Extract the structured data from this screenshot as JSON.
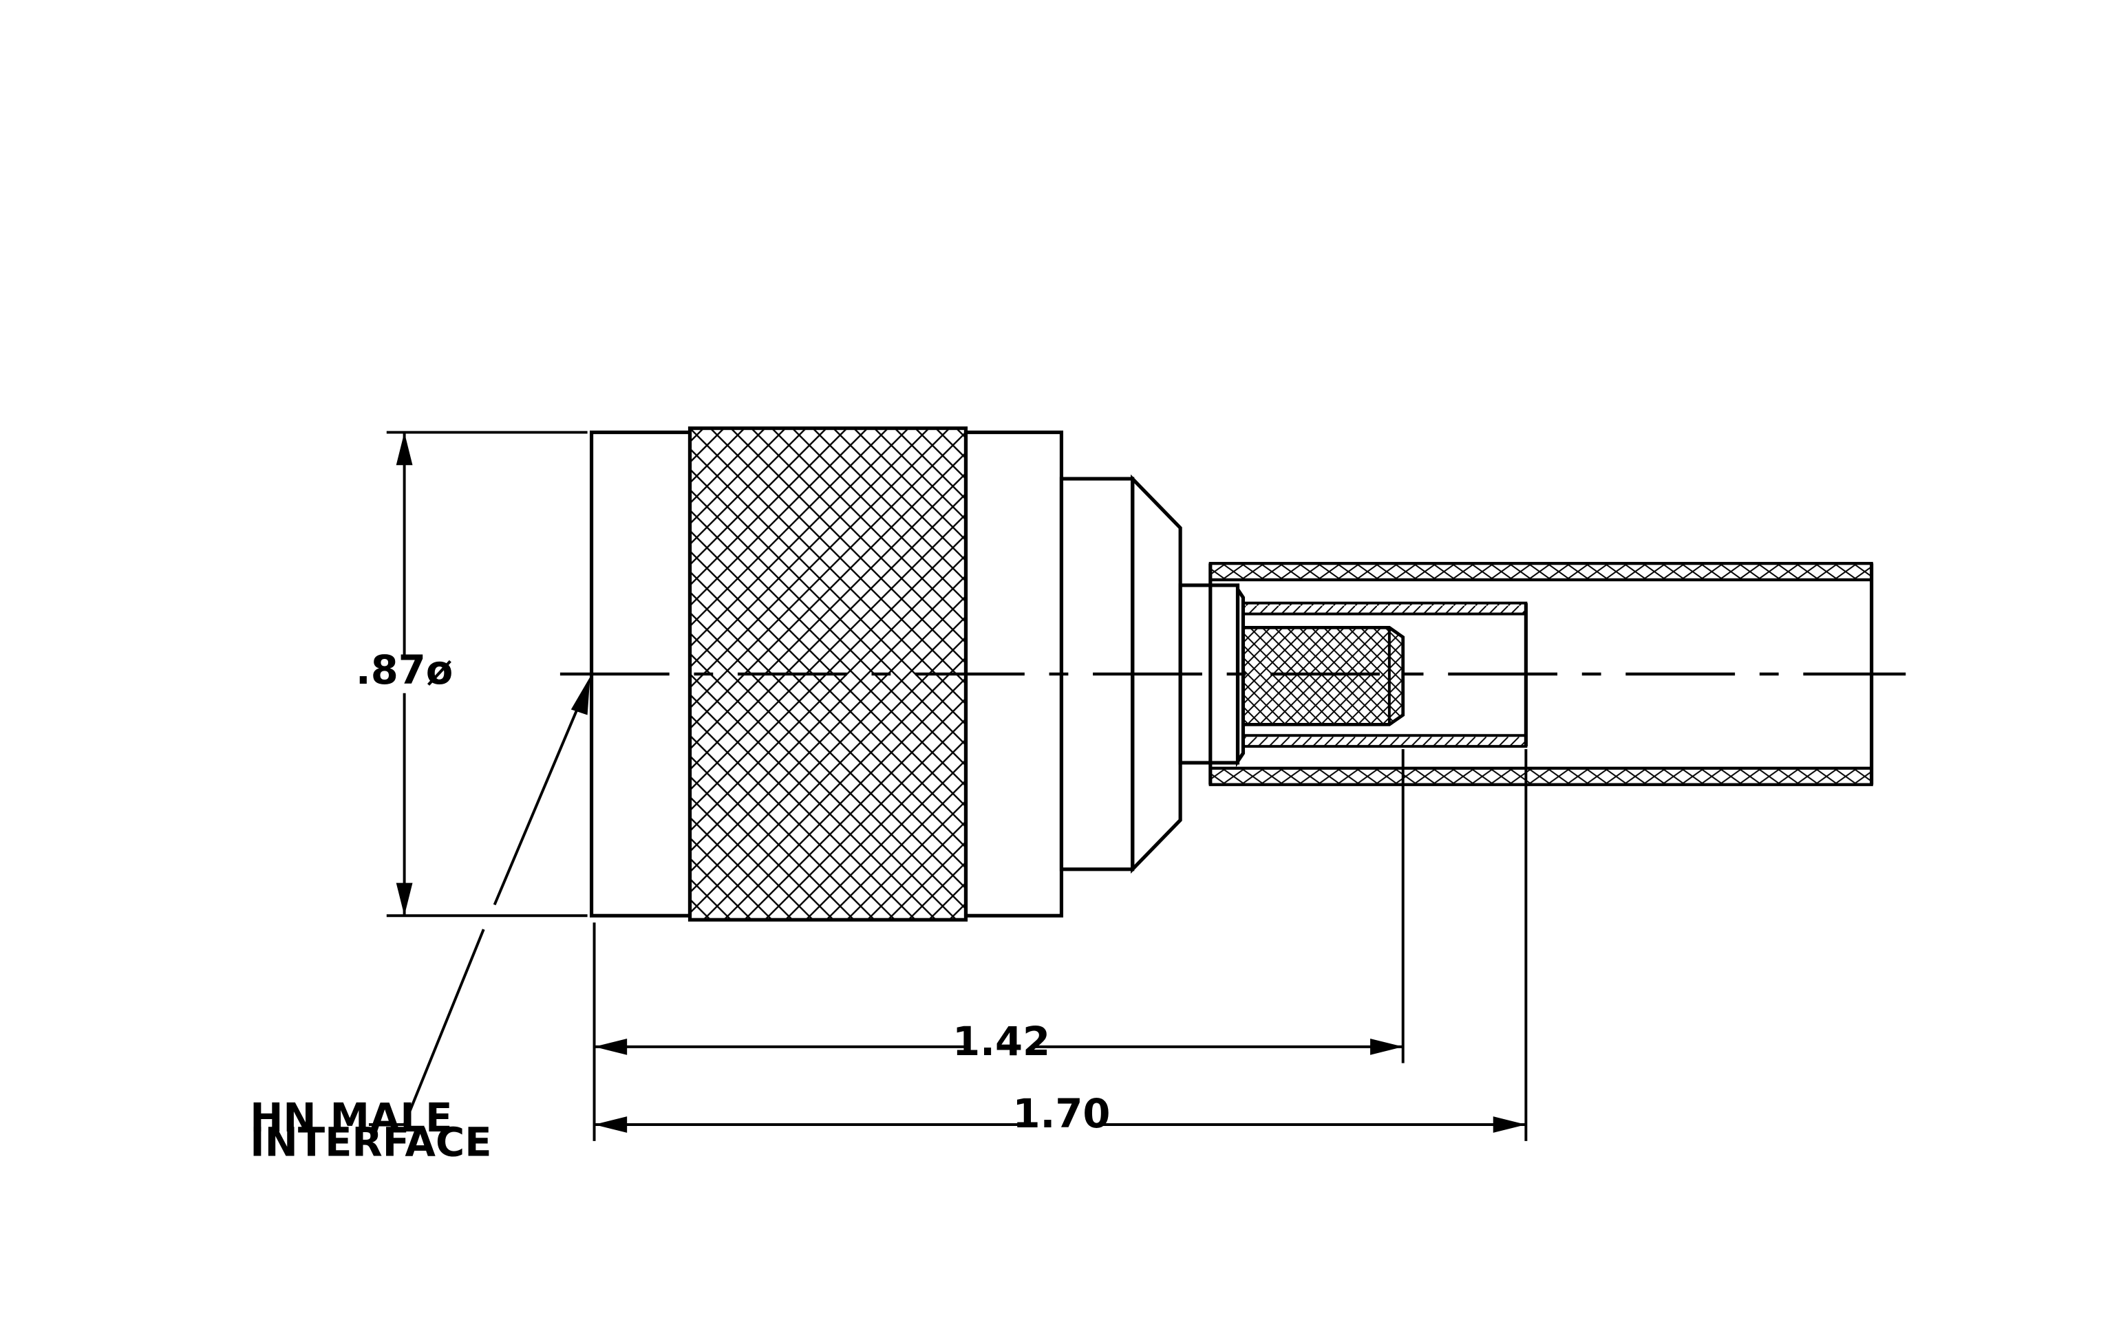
{
  "labels": {
    "diameter": ".87ø",
    "length_pin": "1.42",
    "length_overall": "1.70",
    "callout_line1": "HN MALE",
    "callout_line2": "INTERFACE"
  },
  "colors": {
    "line": "#000000",
    "background": "#ffffff"
  }
}
